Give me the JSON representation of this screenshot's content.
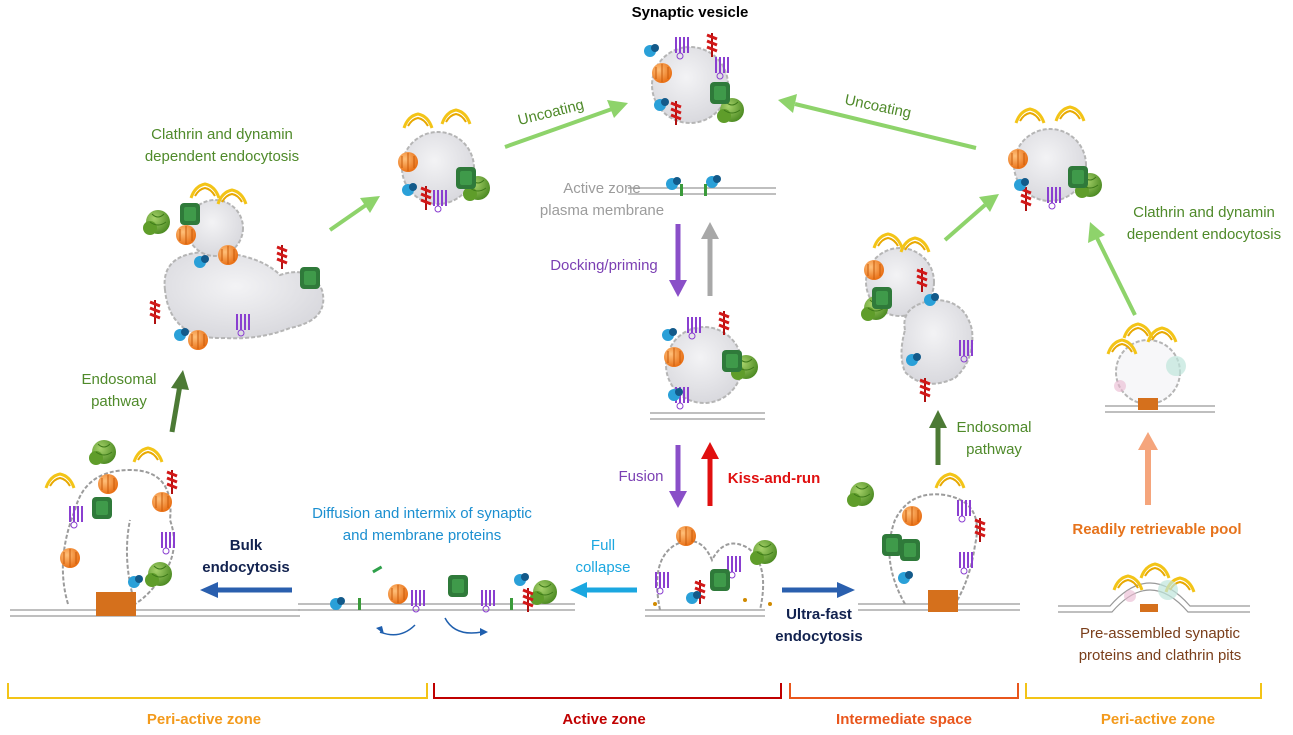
{
  "title": "Synaptic vesicle",
  "colors": {
    "olive": "#4f8a2a",
    "lightgreen": "#8ed36b",
    "darkgreen": "#4c7a35",
    "purple": "#7b3fb3",
    "grey": "#9c9c9c",
    "red": "#e01010",
    "blue": "#1f5fae",
    "cyan": "#1ba7e0",
    "navy": "#12224f",
    "orange": "#e6731c",
    "peach": "#f5a57c",
    "yellow": "#f3c417",
    "darkred": "#c00000",
    "orangered": "#e9561c",
    "brown": "#7a3e1a"
  },
  "labels": {
    "uncoating_left": "Uncoating",
    "uncoating_right": "Uncoating",
    "cde_left_1": "Clathrin and dynamin",
    "cde_left_2": "dependent endocytosis",
    "cde_right_1": "Clathrin and dynamin",
    "cde_right_2": "dependent endocytosis",
    "active_zone_pm_1": "Active zone",
    "active_zone_pm_2": "plasma membrane",
    "docking": "Docking/priming",
    "fusion": "Fusion",
    "kiss_and_run": "Kiss-and-run",
    "endosomal_left_1": "Endosomal",
    "endosomal_left_2": "pathway",
    "endosomal_right_1": "Endosomal",
    "endosomal_right_2": "pathway",
    "diffusion_1": "Diffusion and intermix of synaptic",
    "diffusion_2": "and membrane proteins",
    "full_collapse_1": "Full",
    "full_collapse_2": "collapse",
    "bulk_1": "Bulk",
    "bulk_2": "endocytosis",
    "ultrafast_1": "Ultra-fast",
    "ultrafast_2": "endocytosis",
    "rrp": "Readily retrievable pool",
    "preassembled_1": "Pre-assembled synaptic",
    "preassembled_2": "proteins and clathrin pits"
  },
  "zones": [
    {
      "name": "Peri-active zone",
      "color": "#f3c417",
      "text_color": "#f39a1c"
    },
    {
      "name": "Active zone",
      "color": "#c00000",
      "text_color": "#c00000"
    },
    {
      "name": "Intermediate space",
      "color": "#e9561c",
      "text_color": "#e9561c"
    },
    {
      "name": "Peri-active zone",
      "color": "#f3c417",
      "text_color": "#f39a1c"
    }
  ]
}
